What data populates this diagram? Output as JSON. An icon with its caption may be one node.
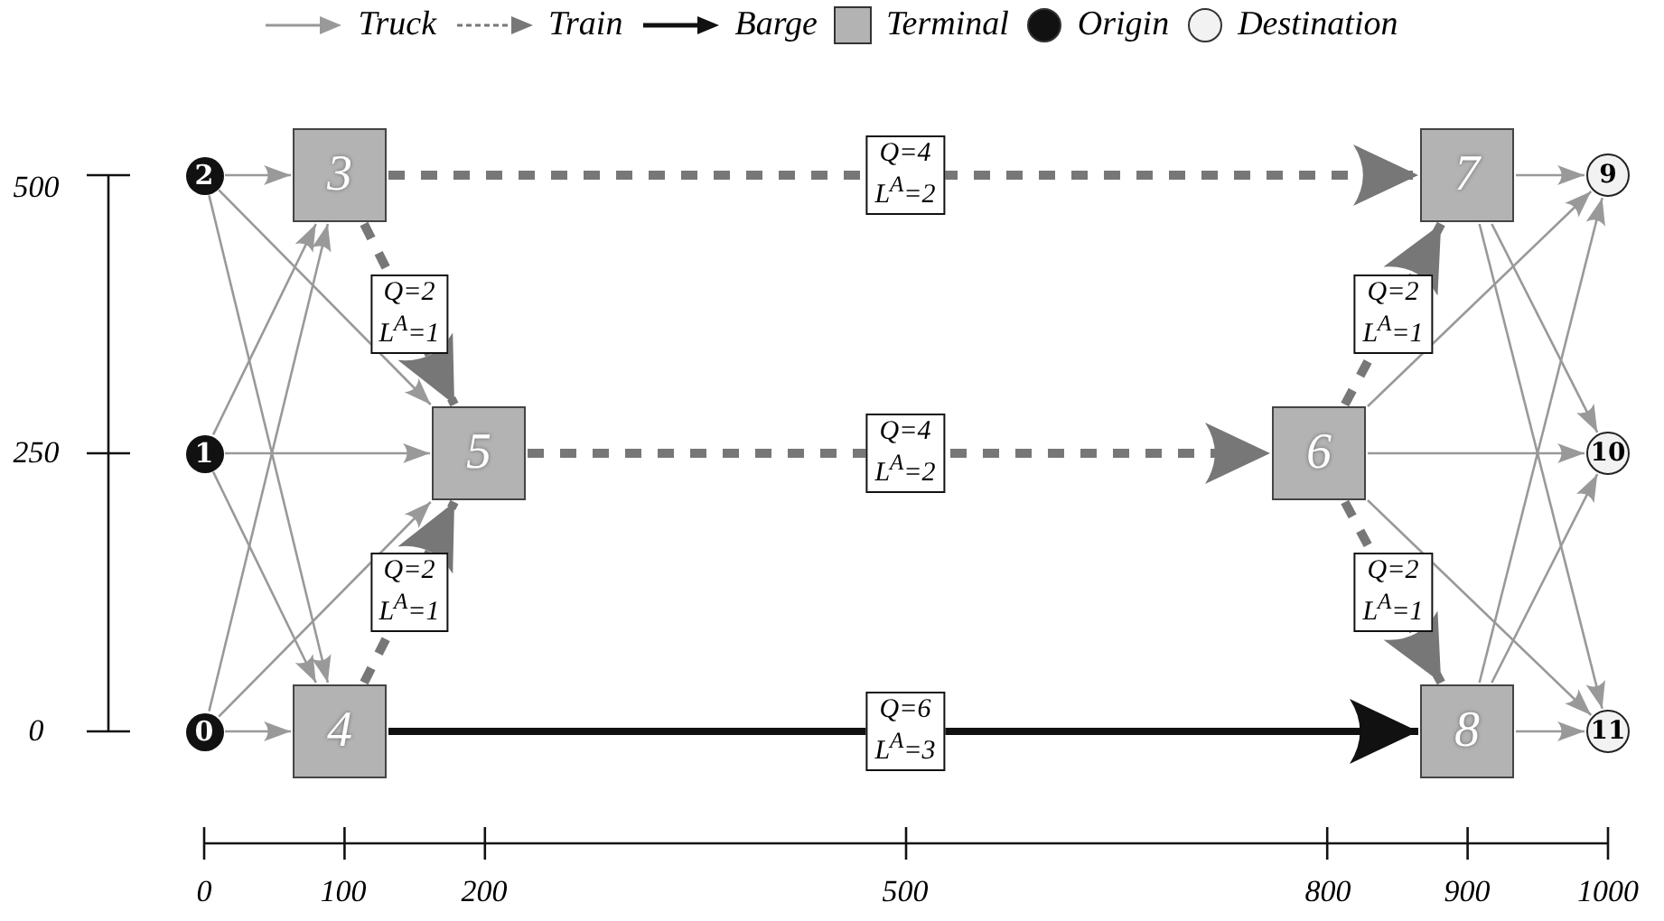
{
  "diagram": {
    "nodes": [
      {
        "text": [
          "0"
        ]
      },
      {
        "text": [
          "1"
        ]
      },
      {
        "text": [
          "2"
        ]
      },
      {
        "text": [
          "3"
        ]
      },
      {
        "text": [
          "4"
        ]
      },
      {
        "text": [
          "5"
        ]
      },
      {
        "text": [
          "6"
        ]
      },
      {
        "text": [
          "7"
        ]
      },
      {
        "text": [
          "8"
        ]
      },
      {
        "text": [
          "9"
        ]
      },
      {
        "text": [
          "10"
        ]
      },
      {
        "text": [
          "11"
        ]
      }
    ],
    "edges": [
      {
        "from": 2,
        "to": 3,
        "arrow": "to"
      },
      {
        "from": 2,
        "to": 5,
        "arrow": "to"
      },
      {
        "from": 2,
        "to": 4,
        "arrow": "to"
      },
      {
        "from": 1,
        "to": 3,
        "arrow": "to"
      },
      {
        "from": 1,
        "to": 5,
        "arrow": "to"
      },
      {
        "from": 1,
        "to": 4,
        "arrow": "to"
      },
      {
        "from": 0,
        "to": 3,
        "arrow": "to"
      },
      {
        "from": 0,
        "to": 5,
        "arrow": "to"
      },
      {
        "from": 0,
        "to": 4,
        "arrow": "to"
      },
      {
        "from": 3,
        "to": 7,
        "arrow": "to",
        "label": "Q=4 L$^{A}$=2",
        "style": "dashed",
        "color": "#777777"
      },
      {
        "from": 3,
        "to": 5,
        "arrow": "to",
        "label": "Q=2 L$^{A}$=1",
        "style": "dashed",
        "color": "#777777"
      },
      {
        "from": 4,
        "to": 5,
        "arrow": "to",
        "label": "Q=2 L$^{A}$=1",
        "style": "dashed",
        "color": "#777777"
      },
      {
        "from": 5,
        "to": 6,
        "arrow": "to",
        "label": "Q=4 L$^{A}$=2",
        "style": "dashed",
        "color": "#777777"
      },
      {
        "from": 6,
        "to": 7,
        "arrow": "to",
        "label": "Q=2 L$^{A}$=1",
        "style": "dashed",
        "color": "#777777"
      },
      {
        "from": 6,
        "to": 8,
        "arrow": "to",
        "label": "Q=2 L$^{A}$=1",
        "style": "dashed",
        "color": "#777777"
      },
      {
        "from": 4,
        "to": 8,
        "arrow": "to",
        "label": "Q=6 L$^{A}$=3",
        "style": "thick",
        "color": "#111111"
      },
      {
        "from": 7,
        "to": 9,
        "arrow": "to"
      },
      {
        "from": 7,
        "to": 10,
        "arrow": "to"
      },
      {
        "from": 7,
        "to": 11,
        "arrow": "to"
      },
      {
        "from": 6,
        "to": 9,
        "arrow": "to"
      },
      {
        "from": 6,
        "to": 10,
        "arrow": "to"
      },
      {
        "from": 6,
        "to": 11,
        "arrow": "to"
      },
      {
        "from": 8,
        "to": 9,
        "arrow": "to"
      },
      {
        "from": 8,
        "to": 10,
        "arrow": "to"
      },
      {
        "from": 8,
        "to": 11,
        "arrow": "to"
      }
    ],
    "labels": [
      "500",
      "250",
      "0",
      "0",
      "100",
      "200",
      "500",
      "800",
      "900",
      "1000"
    ],
    "legend": [
      {
        "text": "Truck"
      },
      {
        "text": "Train"
      },
      {
        "text": "Barge"
      },
      {
        "text": "Terminal",
        "color": "#b3b3b3"
      },
      {
        "text": "Origin",
        "color": "#111111"
      },
      {
        "text": "Destination",
        "color": "#f2f2f2"
      }
    ]
  }
}
